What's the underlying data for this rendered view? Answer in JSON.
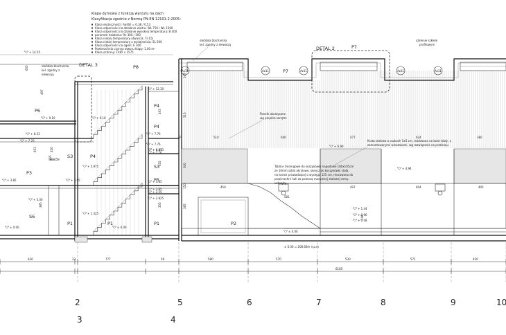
{
  "notes": {
    "title": "Klapa dymowa z funkcją wyrzutu na dach",
    "subtitle": "Klasyfikacja zgodnie z Normą PN-EN 12101-2:2005:",
    "lines": [
      "Klasa skuteczności: Aa(W) = 0,38 / 0,53",
      "Klasa odporności na działanie wiatru: WL 750 / WL 1500",
      "Klasa odporności na działanie wysokiej temperatury: B 300",
      "parametr działania: Re 300 / 300",
      "Klasa niskiej temperatury otwarcia: T(-15)",
      "Klasa niskiej temperatury z wydajnością: SL 500",
      "Klasa odporności na ogień: E 300",
      "Powierzchnia czynna otworu klapy: 1,00 m²",
      "Klasa ochrony: 1485 x 1575"
    ]
  },
  "labels": {
    "obrobka_top": [
      "obróbka blacharska",
      "kol. zgodny z elewacją"
    ],
    "obrobka_left": [
      "obróbka blacharska",
      "kol. zgodny z",
      "elewacją"
    ],
    "szklenie": [
      "szklenie szkłem",
      "profilowym"
    ],
    "panele": [
      "Panele akustyczne",
      "wg projektu wnętrz"
    ],
    "krata": [
      "Krata stalowa o oczkach 5x5 cm, malowana na kolor biały, z",
      "zamontowanymi wieszakami, wg rozwiązania na przekroju"
    ],
    "tablice": [
      "Tablice treningowe do koszykówki napędowe 180x105cm",
      "ze 10mm szkła akrylowe, obręcz do koszykówki stała,",
      "na konstr prowadzącej o wysięgu 125 cm, mocowana do",
      "powierzchni hali za pomocą masywnej stalowej ramy.",
      "uchwyty"
    ],
    "detal2": "DETAL 2",
    "detal3": "DETAL 3",
    "zero_level": "± 0.00 = 208.60m n.p.m"
  },
  "axes": {
    "row1": [
      "2",
      "5",
      "6",
      "7",
      "8",
      "9",
      "10"
    ],
    "row2": [
      "3",
      "4"
    ]
  },
  "axis_bubbles": [
    "Az11",
    "Az11",
    "Az11",
    "Az11",
    "Az11"
  ],
  "rooms": {
    "P8": "P8",
    "P7a": "P7",
    "P7b": "P7",
    "P6": "P6",
    "P5": "P5",
    "P4a": "P4",
    "P4b": "P4",
    "P4c": "P4",
    "S3a": "S3",
    "S3b": "S3",
    "P3": "P3",
    "S6": "S6",
    "P1a": "P1",
    "P1b": "P1",
    "P1c": "P1",
    "P2": "P2"
  },
  "levels": [
    "+ 14.55",
    "+ 12.30",
    "+ 9.10",
    "+ 9.10",
    "+ 8.33",
    "+ 7.76",
    "+ 7.76",
    "+ 7.70",
    "+ 7.76",
    "+ 6.85",
    "+ 6.90",
    "+ 6.473",
    "+ 5.975",
    "+ 4.94",
    "+ 3.85",
    "+ 3.85",
    "+ 3.85",
    "+ 3.85",
    "+ 2.825",
    "+ 2.55",
    "+ 3.00",
    "+ 1.44",
    "+ 0.96",
    "+ 0.48",
    "+ 1.325",
    "± 0.00",
    "± 0.00",
    "± 0.00"
  ],
  "dims_vertical": [
    "605",
    "497",
    "653",
    "385",
    "450",
    "493",
    "355",
    "355",
    "300",
    "150",
    "385",
    "167",
    "515",
    "51",
    "146",
    "355"
  ],
  "dims_interior": [
    "510",
    "640",
    "477",
    "624",
    "380",
    "450",
    "497",
    "604",
    "405",
    "581"
  ],
  "dims_bottom": [
    "626",
    "23",
    "777",
    "58",
    "580",
    "570",
    "530",
    "571",
    "420"
  ],
  "dim_total": "6185",
  "misc": {
    "a": "388",
    "b": "459"
  }
}
